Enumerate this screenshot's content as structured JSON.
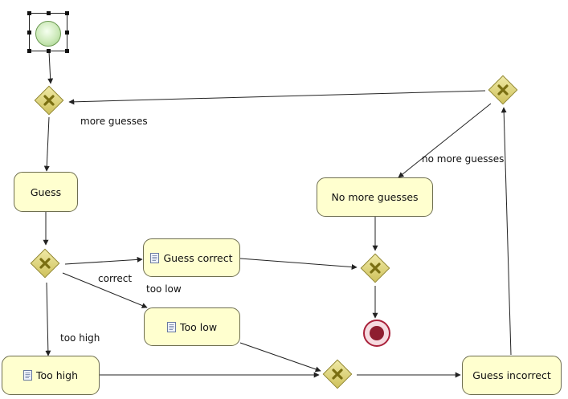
{
  "diagram": {
    "tasks": {
      "guess": "Guess",
      "no_more_guesses": "No more guesses",
      "guess_correct": "Guess correct",
      "too_low": "Too low",
      "too_high": "Too high",
      "guess_incorrect": "Guess incorrect"
    },
    "edge_labels": {
      "more_guesses": "more guesses",
      "no_more_guesses": "no more guesses",
      "correct": "correct",
      "too_low": "too low",
      "too_high": "too high"
    },
    "icons": {
      "start": "start-event-circle",
      "end": "end-event-circle",
      "gateway": "exclusive-gateway-x",
      "script": "script-task-document"
    },
    "colors": {
      "task_fill": "#ffffcf",
      "gateway_fill": "#e6dc86",
      "start_fill": "#cce9b9",
      "end_fill": "#8e1e2f",
      "edge": "#222222"
    }
  }
}
